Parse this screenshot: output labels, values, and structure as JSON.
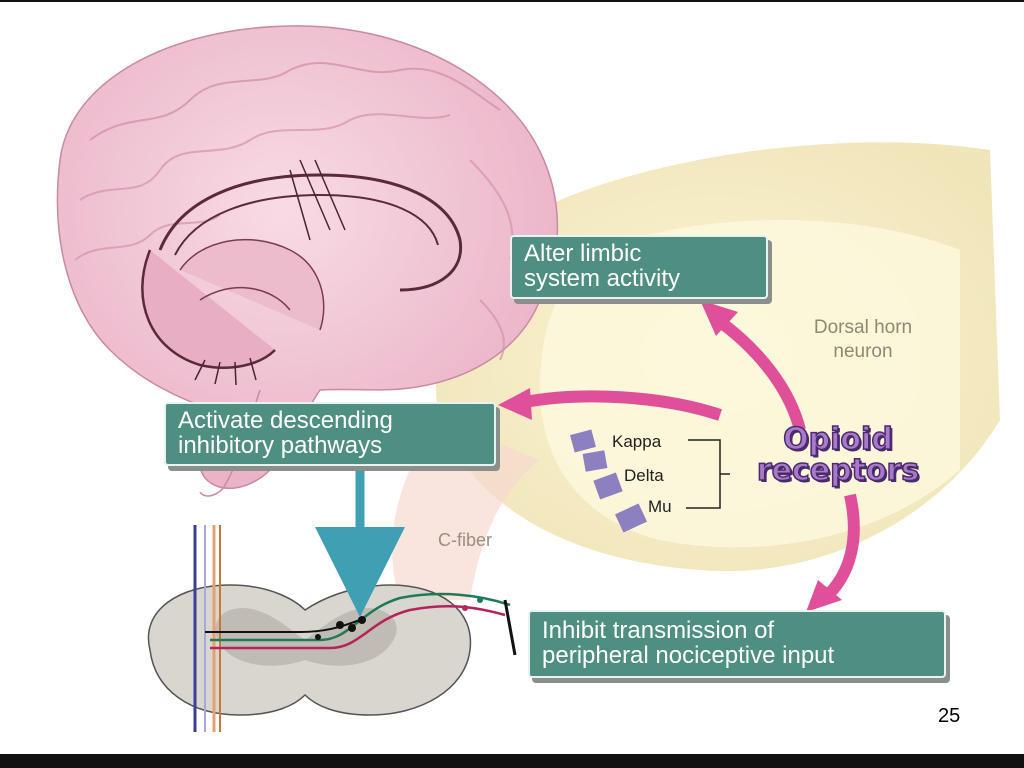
{
  "labels": {
    "limbic": [
      "Alter limbic",
      "system activity"
    ],
    "descending": [
      "Activate descending",
      "inhibitory pathways"
    ],
    "inhibit": [
      "Inhibit transmission of",
      "peripheral nociceptive input"
    ]
  },
  "anatomy": {
    "dorsal_horn": [
      "Dorsal horn",
      "neuron"
    ],
    "c_fiber": "C-fiber"
  },
  "receptors": {
    "title": [
      "Opioid",
      "receptors"
    ],
    "types": [
      "Kappa",
      "Delta",
      "Mu"
    ]
  },
  "slide": {
    "page_number": "25",
    "watermark": ""
  },
  "colors": {
    "label_box": "#4f8f82",
    "arrow_pink": "#e0509a",
    "arrow_teal": "#3f9fb3",
    "brain": "#f2c6d6",
    "opioid_text": "#a97ac9"
  }
}
